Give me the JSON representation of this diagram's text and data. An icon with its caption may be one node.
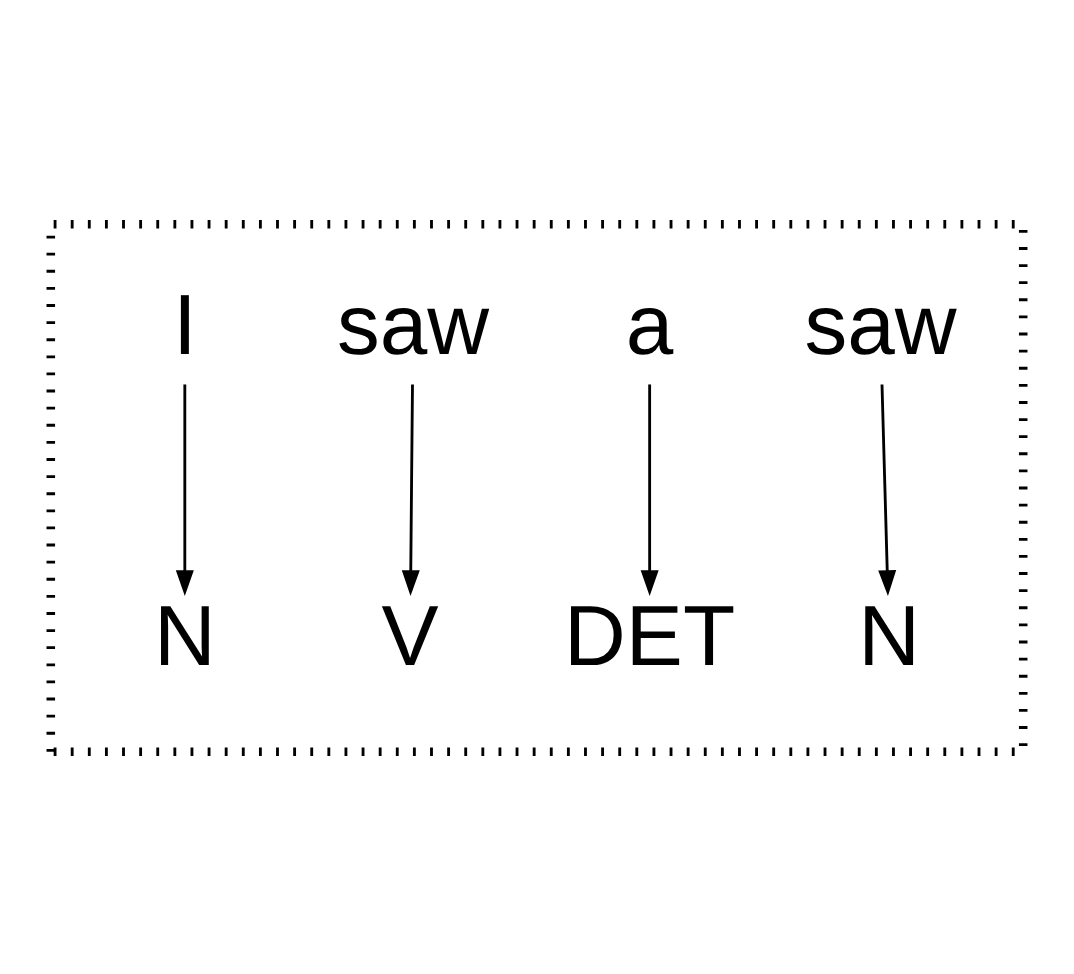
{
  "diagram": {
    "nodes": [
      {
        "text": [],
        "shape": "box"
      },
      {
        "text": [
          "I"
        ],
        "in": 0
      },
      {
        "text": [
          "saw"
        ],
        "in": 0
      },
      {
        "text": [
          "a"
        ],
        "in": 0
      },
      {
        "text": [
          "saw"
        ],
        "in": 0
      },
      {
        "text": [
          "N"
        ],
        "in": 0
      },
      {
        "text": [
          "V"
        ],
        "in": 0
      },
      {
        "text": [
          "DET"
        ],
        "in": 0
      },
      {
        "text": [
          "N"
        ],
        "in": 0
      }
    ],
    "edges": [
      {
        "from": 1,
        "to": 5,
        "arrow": "to"
      },
      {
        "from": 2,
        "to": 6,
        "arrow": "to"
      },
      {
        "from": 3,
        "to": 7,
        "arrow": "to"
      },
      {
        "from": 4,
        "to": 8,
        "arrow": "to"
      }
    ]
  }
}
